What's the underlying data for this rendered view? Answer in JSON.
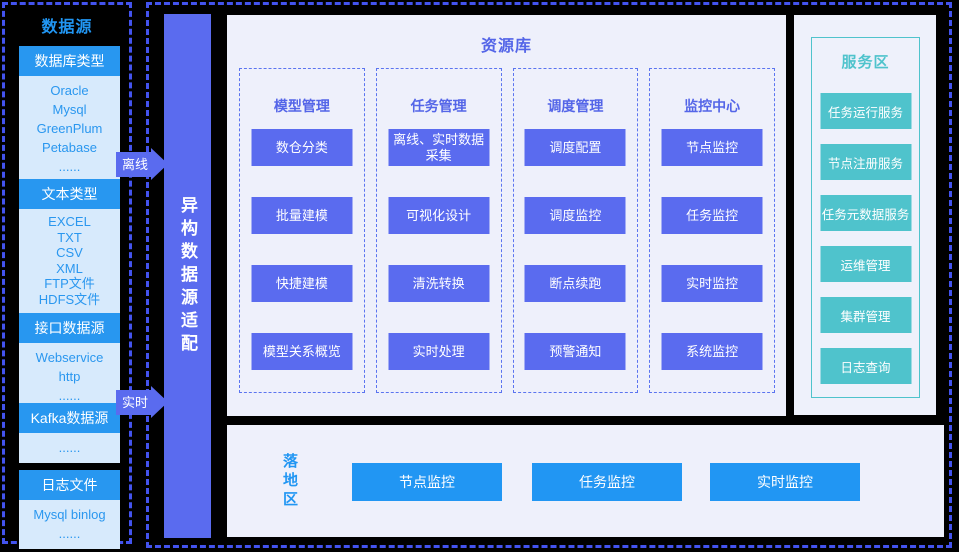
{
  "colors": {
    "background": "#000000",
    "dashed_border": "#4353ee",
    "bright_blue": "#2196f3",
    "light_blue_body": "#d7eafc",
    "purple_blue": "#5a6bef",
    "panel_lavender": "#eef0fb",
    "teal": "#4fc3cc"
  },
  "data_sources": {
    "title": "数据源",
    "groups": [
      {
        "header": "数据库类型",
        "items": [
          "Oracle",
          "Mysql",
          "GreenPlum",
          "Petabase",
          "......"
        ]
      },
      {
        "header": "文本类型",
        "items": [
          "EXCEL",
          "TXT",
          "CSV",
          "XML",
          "FTP文件",
          "HDFS文件"
        ]
      },
      {
        "header": "接口数据源",
        "items": [
          "Webservice",
          "http",
          "......"
        ]
      },
      {
        "header": "Kafka数据源",
        "items": [
          "......"
        ]
      },
      {
        "header": "日志文件",
        "items": [
          "Mysql binlog",
          "......"
        ]
      }
    ]
  },
  "adapter": {
    "label": "异构数据源适配"
  },
  "arrows": {
    "offline": "离线",
    "realtime": "实时"
  },
  "repository": {
    "title": "资源库",
    "columns": [
      {
        "title": "模型管理",
        "items": [
          "数仓分类",
          "批量建模",
          "快捷建模",
          "模型关系概览"
        ]
      },
      {
        "title": "任务管理",
        "items": [
          "离线、实时数据采集",
          "可视化设计",
          "清洗转换",
          "实时处理"
        ]
      },
      {
        "title": "调度管理",
        "items": [
          "调度配置",
          "调度监控",
          "断点续跑",
          "预警通知"
        ]
      },
      {
        "title": "监控中心",
        "items": [
          "节点监控",
          "任务监控",
          "实时监控",
          "系统监控"
        ]
      }
    ]
  },
  "landing": {
    "title": "落地区",
    "buttons": [
      "节点监控",
      "任务监控",
      "实时监控"
    ]
  },
  "services": {
    "title": "服务区",
    "buttons": [
      "任务运行服务",
      "节点注册服务",
      "任务元数据服务",
      "运维管理",
      "集群管理",
      "日志查询"
    ]
  }
}
